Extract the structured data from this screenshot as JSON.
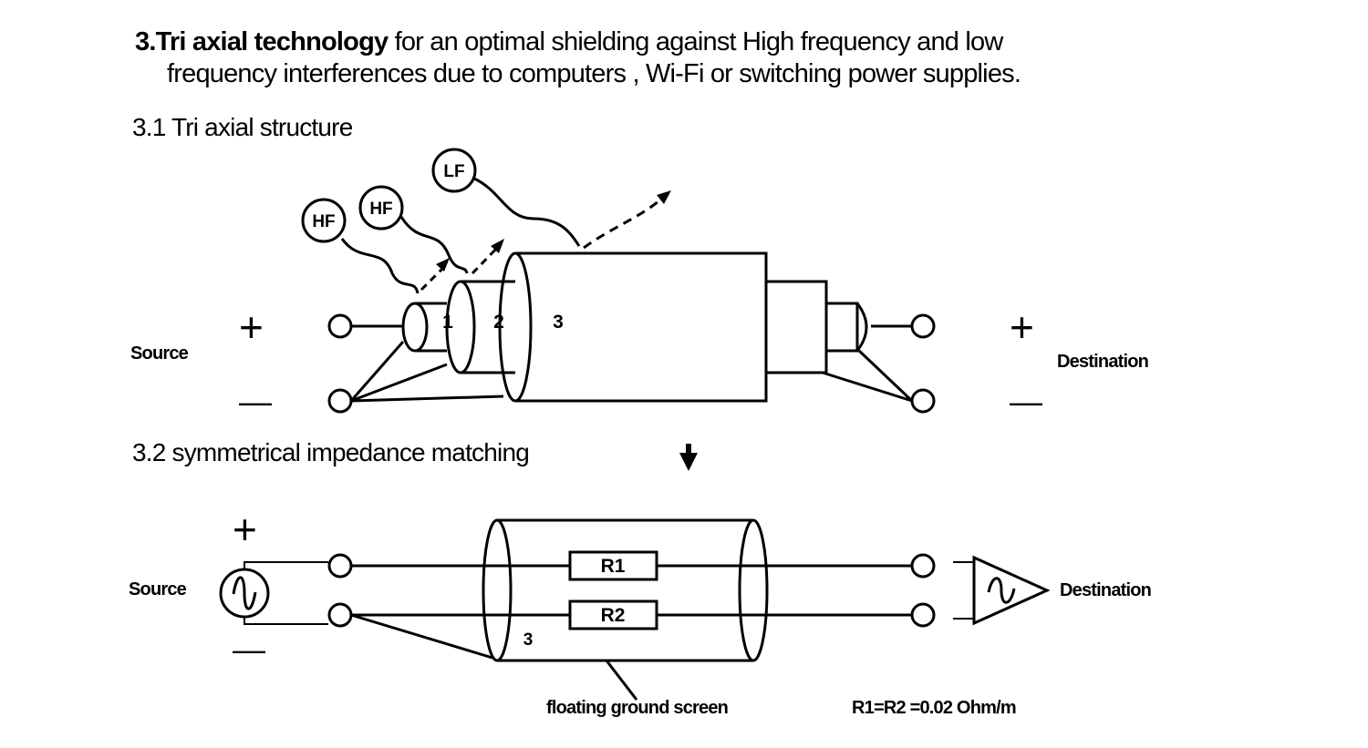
{
  "title": {
    "number_bold": "3.Tri axial technology",
    "line1_rest": " for an optimal shielding against High frequency and low",
    "line2": "frequency interferences due to computers , Wi-Fi or switching power supplies."
  },
  "section1": {
    "heading": "3.1 Tri axial structure",
    "source_label": "Source",
    "destination_label": "Destination",
    "plus": "+",
    "minus": "—",
    "bubbles": [
      "HF",
      "HF",
      "LF"
    ],
    "layers": [
      "1",
      "2",
      "3"
    ]
  },
  "section2": {
    "heading": "3.2  symmetrical impedance matching",
    "source_label": "Source",
    "destination_label": "Destination",
    "plus": "+",
    "minus": "—",
    "resistors": [
      "R1",
      "R2"
    ],
    "shield_number": "3",
    "screen_label": "floating ground screen",
    "formula": "R1=R2 =0.02 Ohm/m"
  },
  "icons": [
    "ac-source-icon",
    "amplifier-icon",
    "down-arrow-icon"
  ]
}
